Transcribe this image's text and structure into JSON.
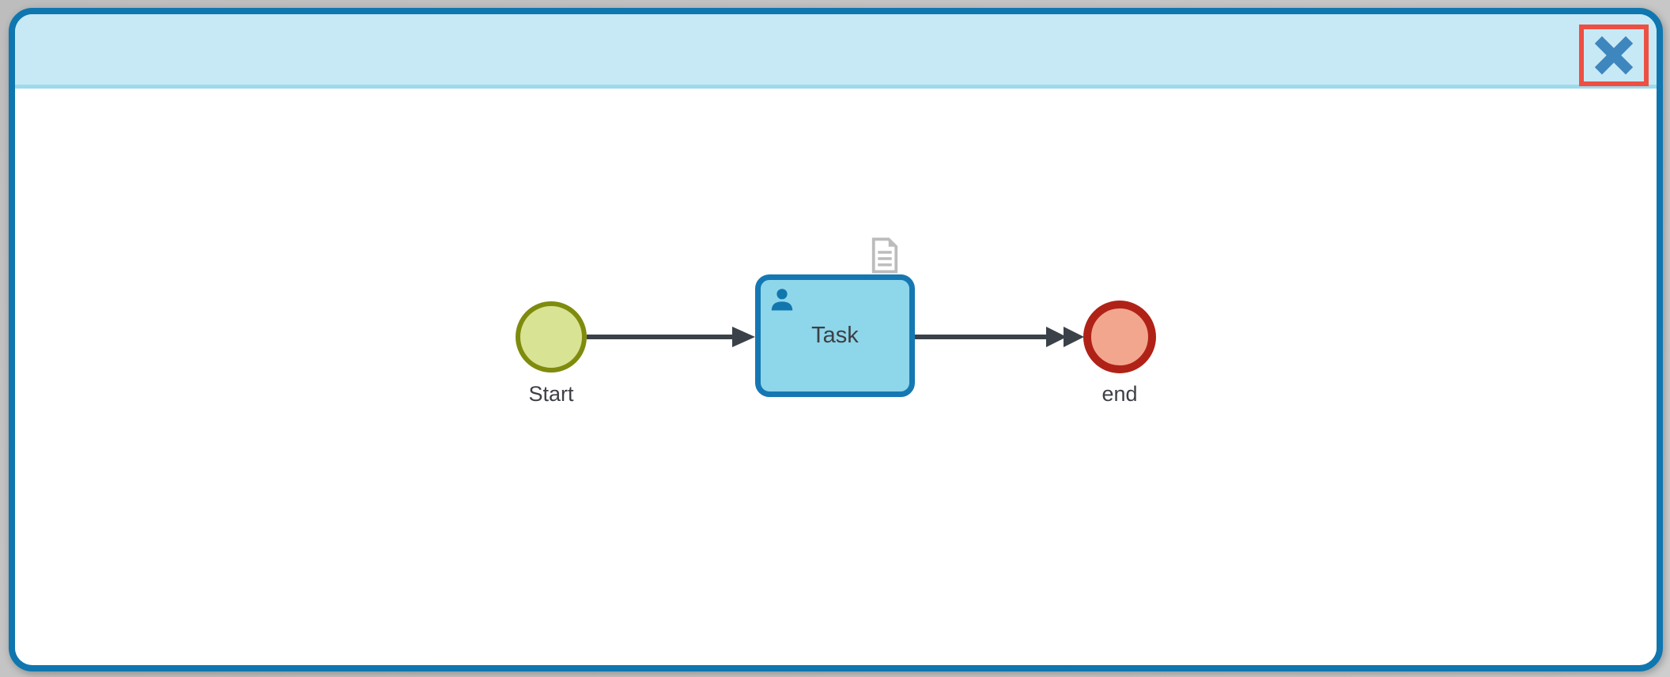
{
  "dialog": {
    "header_title": "",
    "close_button": {
      "icon": "close-x"
    }
  },
  "diagram": {
    "type": "bpmn-process",
    "nodes": {
      "start": {
        "type": "start-event",
        "label": "Start"
      },
      "task": {
        "type": "user-task",
        "label": "Task",
        "markers": [
          "user-icon",
          "document-icon"
        ]
      },
      "end": {
        "type": "end-event",
        "label": "end"
      }
    },
    "flows": [
      {
        "from": "Start",
        "to": "Task",
        "arrowheads": 1
      },
      {
        "from": "Task",
        "to": "end",
        "arrowheads": 2
      }
    ]
  },
  "colors": {
    "page-bg-dark": "#bdbdbd",
    "page-bg-light": "#cecece",
    "dialog-border": "#0f76af",
    "header-bg": "#c7e9f5",
    "header-separator": "#9edaec",
    "close-x": "#3e86be",
    "highlight-red": "#ee4f43",
    "start-fill": "#d9e394",
    "start-stroke": "#7f8b0d",
    "task-fill": "#8ed6ea",
    "task-stroke": "#1578b2",
    "end-fill": "#f3a68e",
    "end-stroke": "#b02217",
    "flow": "#3b4148",
    "label": "#3d4045",
    "user-icon": "#1276ae",
    "doc-icon": "#bcbcbc"
  }
}
